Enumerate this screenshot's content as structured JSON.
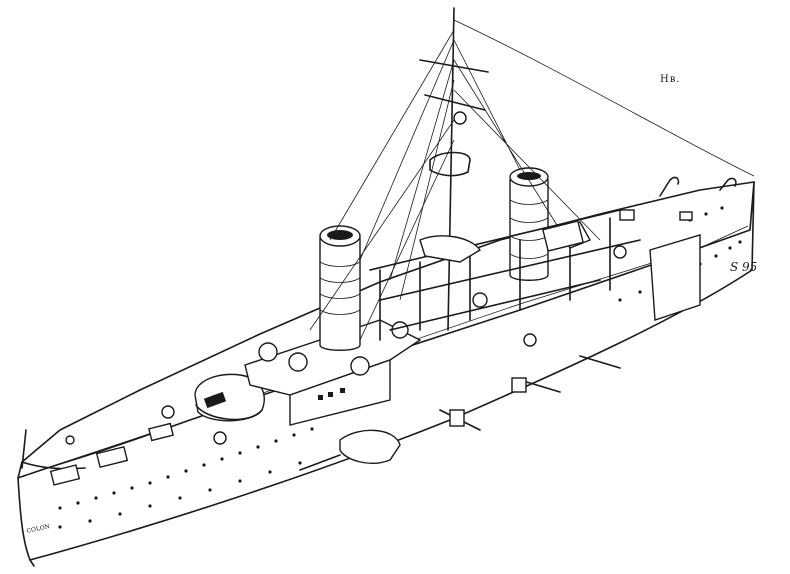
{
  "labels": {
    "top_note": "Нв.",
    "signature": "S 95",
    "bow_name": "COLON"
  },
  "colors": {
    "ink": "#1a1a1a",
    "paper": "#ffffff"
  }
}
